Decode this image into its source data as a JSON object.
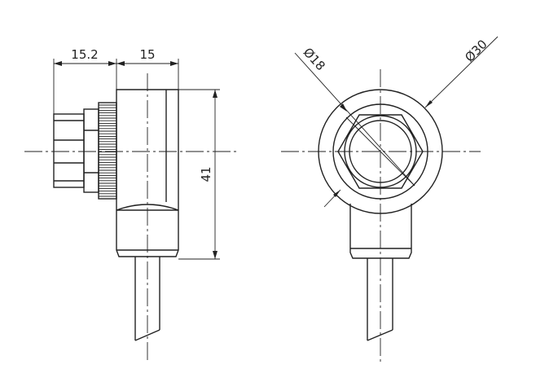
{
  "drawing": {
    "dimensions": {
      "nut_length": "15.2",
      "body_width": "15",
      "body_height": "41",
      "thread_diameter": "Ø18",
      "head_diameter": "Ø30"
    }
  }
}
